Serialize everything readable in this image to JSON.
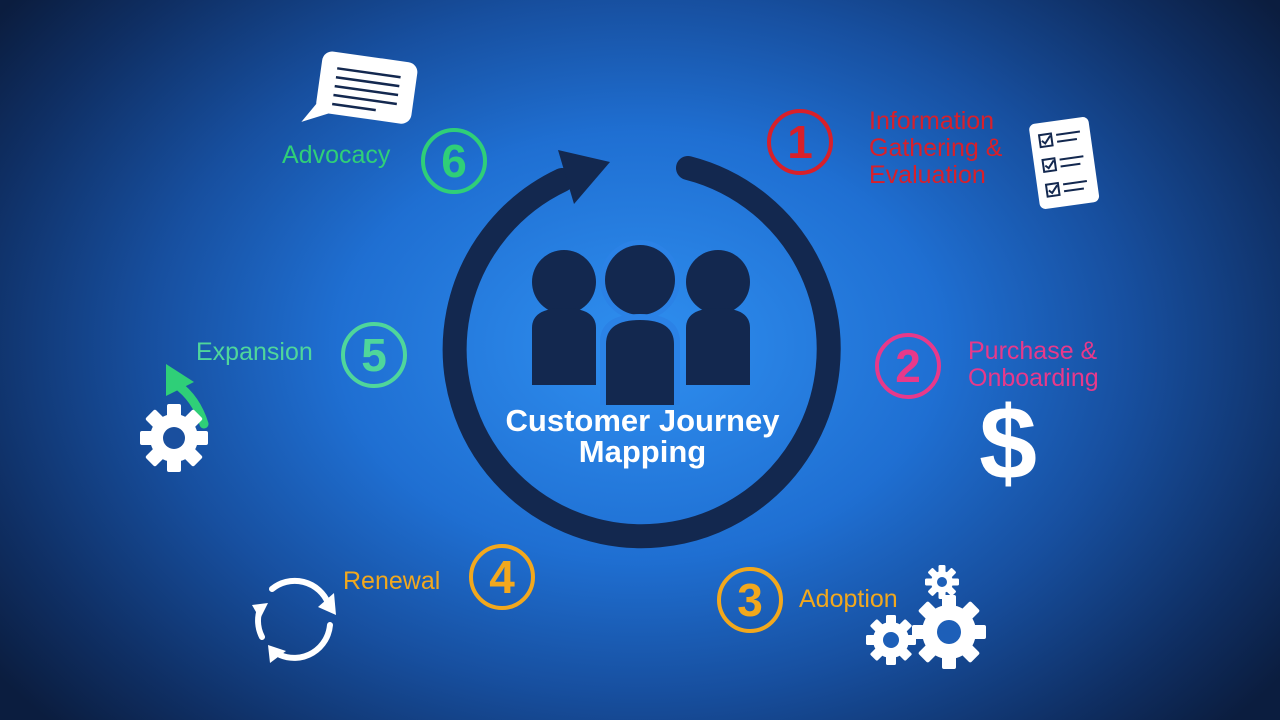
{
  "title": "Customer Journey\nMapping",
  "colors": {
    "ring": "#13284f",
    "people": "#13284f",
    "stage1": "#d8202a",
    "stage2": "#e8398a",
    "stage3": "#f2a81d",
    "stage4": "#f2a81d",
    "stage5": "#4fd69b",
    "stage6": "#2fcf78",
    "expansion_arrow": "#2fcf78"
  },
  "stages": [
    {
      "number": "1",
      "label": "Information\nGathering &\nEvaluation",
      "icon": "checklist-icon"
    },
    {
      "number": "2",
      "label": "Purchase &\nOnboarding",
      "icon": "dollar-icon"
    },
    {
      "number": "3",
      "label": "Adoption",
      "icon": "gears-icon"
    },
    {
      "number": "4",
      "label": "Renewal",
      "icon": "refresh-icon"
    },
    {
      "number": "5",
      "label": "Expansion",
      "icon": "gear-arrow-icon"
    },
    {
      "number": "6",
      "label": "Advocacy",
      "icon": "speech-bubble-icon"
    }
  ],
  "dollar_symbol": "$"
}
